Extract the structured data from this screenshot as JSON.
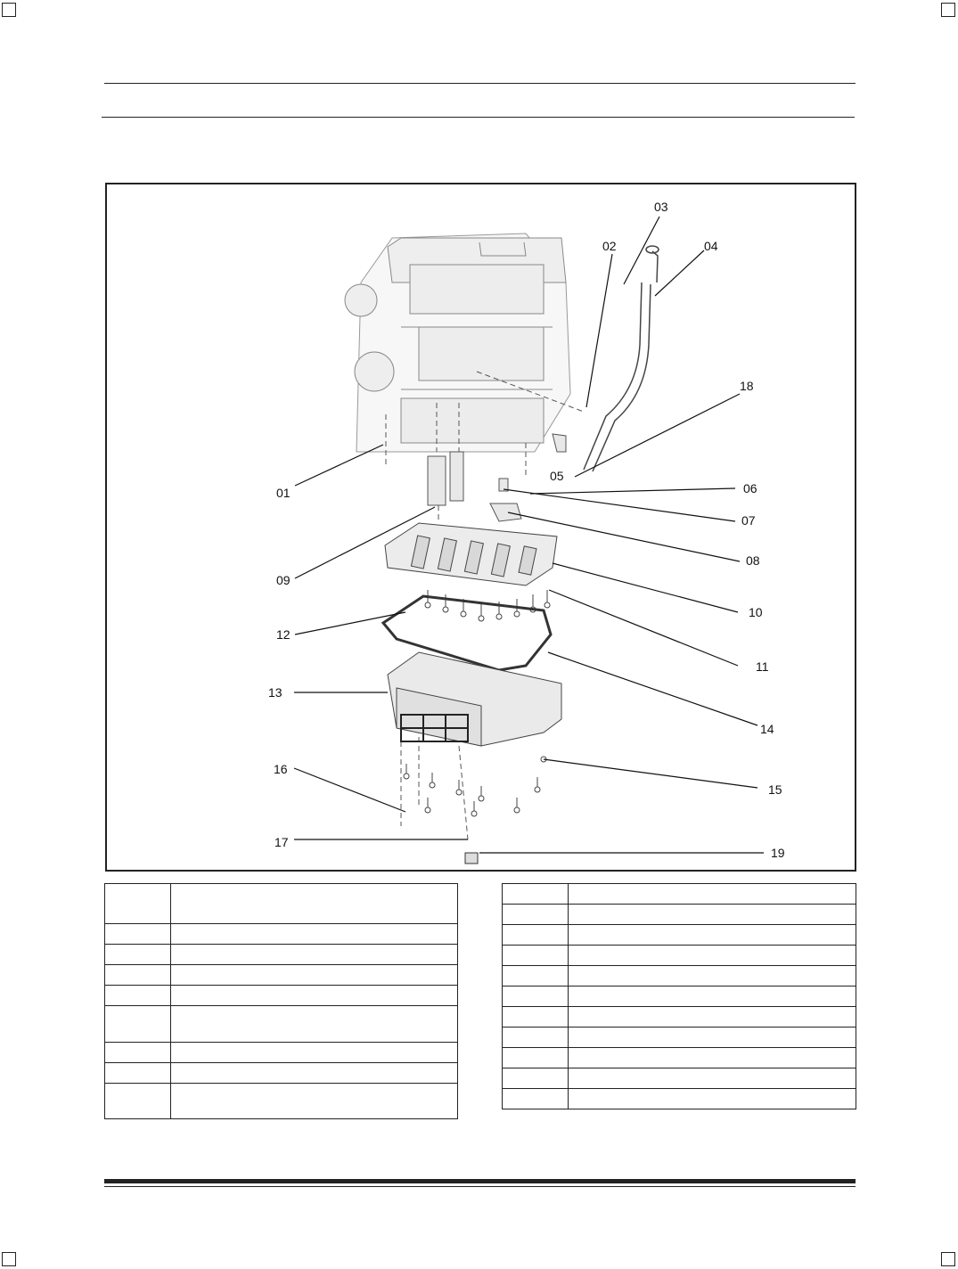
{
  "figure": {
    "callouts": [
      "01",
      "02",
      "03",
      "04",
      "05",
      "06",
      "07",
      "08",
      "09",
      "10",
      "11",
      "12",
      "13",
      "14",
      "15",
      "16",
      "17",
      "18",
      "19"
    ]
  },
  "legend_left": {
    "rows": [
      {
        "num": "",
        "desc": ""
      },
      {
        "num": "",
        "desc": ""
      },
      {
        "num": "",
        "desc": ""
      },
      {
        "num": "",
        "desc": ""
      },
      {
        "num": "",
        "desc": ""
      },
      {
        "num": "",
        "desc": ""
      },
      {
        "num": "",
        "desc": ""
      },
      {
        "num": "",
        "desc": ""
      },
      {
        "num": "",
        "desc": ""
      }
    ]
  },
  "legend_right": {
    "rows": [
      {
        "num": "",
        "desc": ""
      },
      {
        "num": "",
        "desc": ""
      },
      {
        "num": "",
        "desc": ""
      },
      {
        "num": "",
        "desc": ""
      },
      {
        "num": "",
        "desc": ""
      },
      {
        "num": "",
        "desc": ""
      },
      {
        "num": "",
        "desc": ""
      },
      {
        "num": "",
        "desc": ""
      },
      {
        "num": "",
        "desc": ""
      },
      {
        "num": "",
        "desc": ""
      },
      {
        "num": "",
        "desc": ""
      }
    ]
  }
}
